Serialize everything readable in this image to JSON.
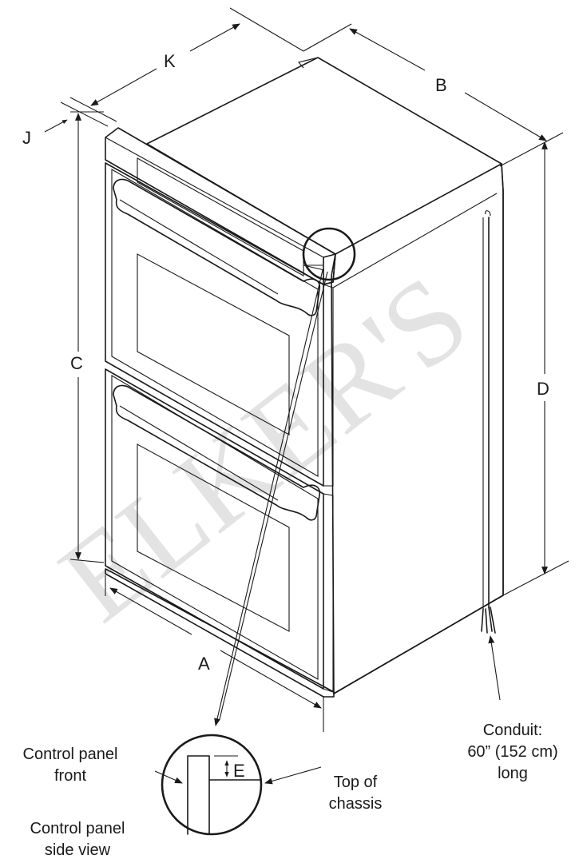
{
  "diagram": {
    "dimension_labels": {
      "a": "A",
      "b": "B",
      "c": "C",
      "d": "D",
      "e": "E",
      "j": "J",
      "k": "K"
    },
    "watermark": "ELKER'S",
    "callouts": {
      "conduit_line1": "Conduit:",
      "conduit_line2": "60” (152 cm)",
      "conduit_line3": "long",
      "control_panel_front_line1": "Control panel",
      "control_panel_front_line2": "front",
      "control_panel_side_line1": "Control panel",
      "control_panel_side_line2": "side view",
      "top_of_chassis_line1": "Top of",
      "top_of_chassis_line2": "chassis"
    },
    "colors": {
      "line": "#1a1a1a",
      "watermark": "#e3e3e3",
      "background": "#ffffff"
    }
  }
}
